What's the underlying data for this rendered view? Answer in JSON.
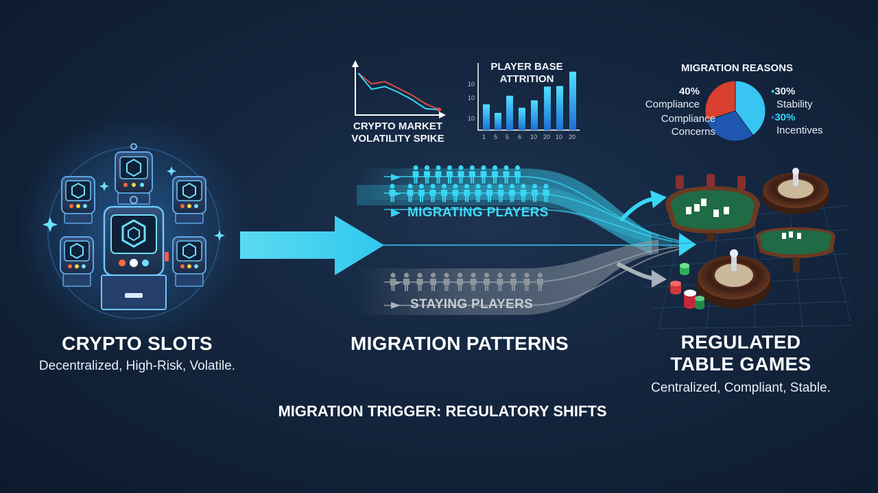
{
  "left_panel": {
    "title": "CRYPTO SLOTS",
    "subtitle": "Decentralized, High-Risk, Volatile."
  },
  "center_panel": {
    "title": "MIGRATION PATTERNS",
    "migrating_label": "MIGRATING PLAYERS",
    "staying_label": "STAYING PLAYERS",
    "trigger_text": "MIGRATION TRIGGER: REGULATORY SHIFTS"
  },
  "right_panel": {
    "title_line1": "REGULATED",
    "title_line2": "TABLE GAMES",
    "subtitle": "Centralized, Compliant, Stable."
  },
  "colors": {
    "migrating": "#38d6f5",
    "staying": "#8f959c",
    "background": "#14263f",
    "felt": "#1f6b45",
    "wood": "#6b3a22"
  },
  "chart_data": [
    {
      "type": "line",
      "title": "CRYPTO MARKET VOLATILITY SPIKE",
      "series": [
        {
          "values": [
            9,
            6.6,
            7.1,
            5.6,
            4.1,
            2.2,
            0.9
          ]
        },
        {
          "values": [
            9,
            5.4,
            6,
            4.7,
            3.1,
            1.1,
            0.9
          ]
        }
      ],
      "colors": [
        "#e24a4a",
        "#38d6f5"
      ]
    },
    {
      "type": "bar",
      "title": "PLAYER BASE ATTRITION",
      "categories": [
        "1",
        "5",
        "5",
        "6",
        "10",
        "20",
        "10",
        "20"
      ],
      "values": [
        4.5,
        3,
        6,
        3.9,
        5.2,
        7.6,
        7.7,
        10.2
      ],
      "yticks": [
        "10",
        "10",
        "10"
      ],
      "ylim": [
        0,
        11
      ]
    },
    {
      "type": "pie",
      "title": "MIGRATION REASONS",
      "slices": [
        {
          "value": 40,
          "pct_label": "40%",
          "label": "Compliance",
          "color": "#38c5f2"
        },
        {
          "value": 30,
          "pct_label": "30%",
          "label": "Stability",
          "color": "#1f57b0"
        },
        {
          "value": 30,
          "pct_label": "30%",
          "label": "Incentives",
          "color": "#d9402f"
        }
      ],
      "side_labels": {
        "left_pct": "40%",
        "left_line1": "Compliance",
        "left_line2": "Compliance",
        "left_line3": "Concerns",
        "right_pct1": "30%",
        "right_label1": "Stability",
        "right_pct2": "30%",
        "right_label2": "Incentives"
      }
    }
  ]
}
